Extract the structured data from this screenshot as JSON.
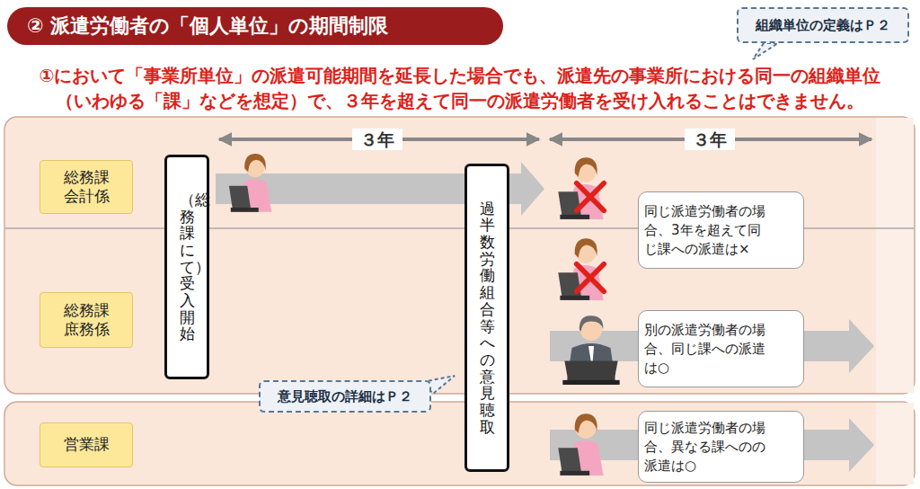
{
  "diagram": {
    "title": "② 派遣労働者の「個人単位」の期間制限",
    "nodes": [
      {
        "text": [
          "組織単位の定義はＰ２"
        ]
      },
      {
        "text": [
          "総務課 会計係"
        ]
      },
      {
        "text": [
          "（総務課にて）受入開始"
        ]
      },
      {
        "text": [
          "過半数労働組合等への意見聴取"
        ]
      },
      {
        "text": [
          "同じ派遣労働者の場合、3年を超えて同じ課への派遣は×"
        ]
      },
      {
        "text": [
          "総務課 庶務係"
        ]
      },
      {
        "text": [
          "別の派遣労働者の場合、同じ課への派遣は○"
        ]
      },
      {
        "text": [
          "意見聴取の詳細はＰ２"
        ]
      },
      {
        "text": [
          "営業課"
        ]
      },
      {
        "text": [
          "同じ派遣労働者の場合、異なる課へのの派遣は○"
        ]
      }
    ],
    "labels": [
      "①において「事業所単位」の派遣可能期間を延長した場合でも、派遣先の事業所における同一の組織単位（いわゆる「課」などを想定）で、３年を超えて同一の派遣労働者を受け入れることはできません。",
      "３年",
      "３年"
    ]
  }
}
